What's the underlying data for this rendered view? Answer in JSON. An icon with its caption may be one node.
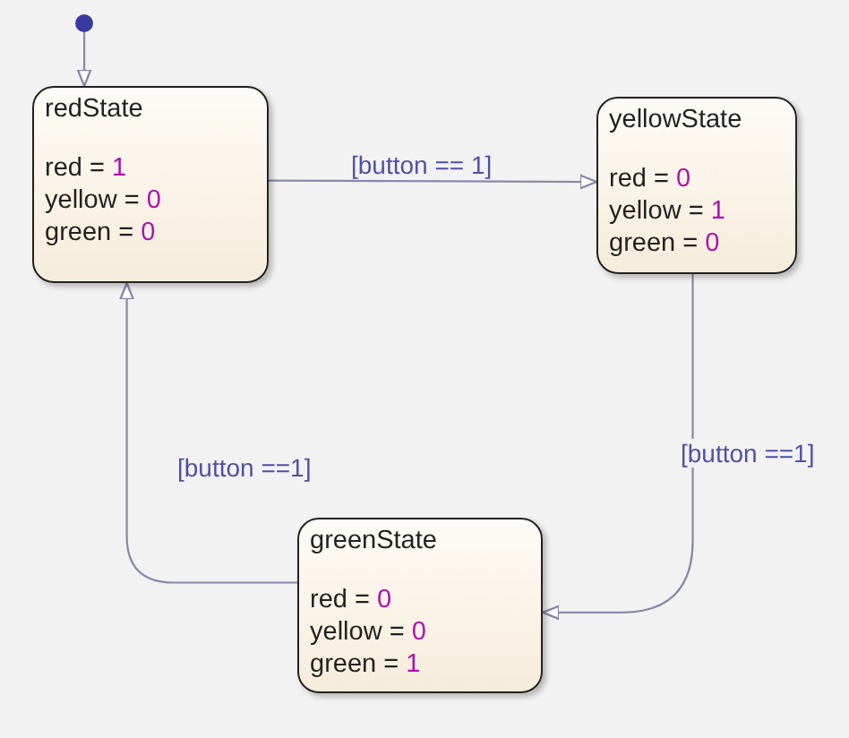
{
  "diagram": {
    "nodes": [
      {
        "text": [],
        "shape": "circle"
      },
      {
        "text": [
          "redState",
          "red = 1",
          "yellow = 0",
          "green = 0"
        ]
      },
      {
        "text": [
          "yellowState",
          "red = 0",
          "yellow = 1",
          "green = 0"
        ]
      },
      {
        "text": [
          "greenState",
          "red = 0",
          "yellow = 0",
          "green = 1"
        ]
      }
    ],
    "edges": [
      {
        "from": 0,
        "to": 1,
        "arrow": "to"
      },
      {
        "from": 1,
        "to": 2,
        "arrow": "to",
        "label": "[button == 1]"
      },
      {
        "from": 2,
        "to": 3,
        "arrow": "to",
        "label": "[button ==1]"
      },
      {
        "from": 3,
        "to": 1,
        "arrow": "to",
        "label": "[button ==1]"
      }
    ]
  }
}
